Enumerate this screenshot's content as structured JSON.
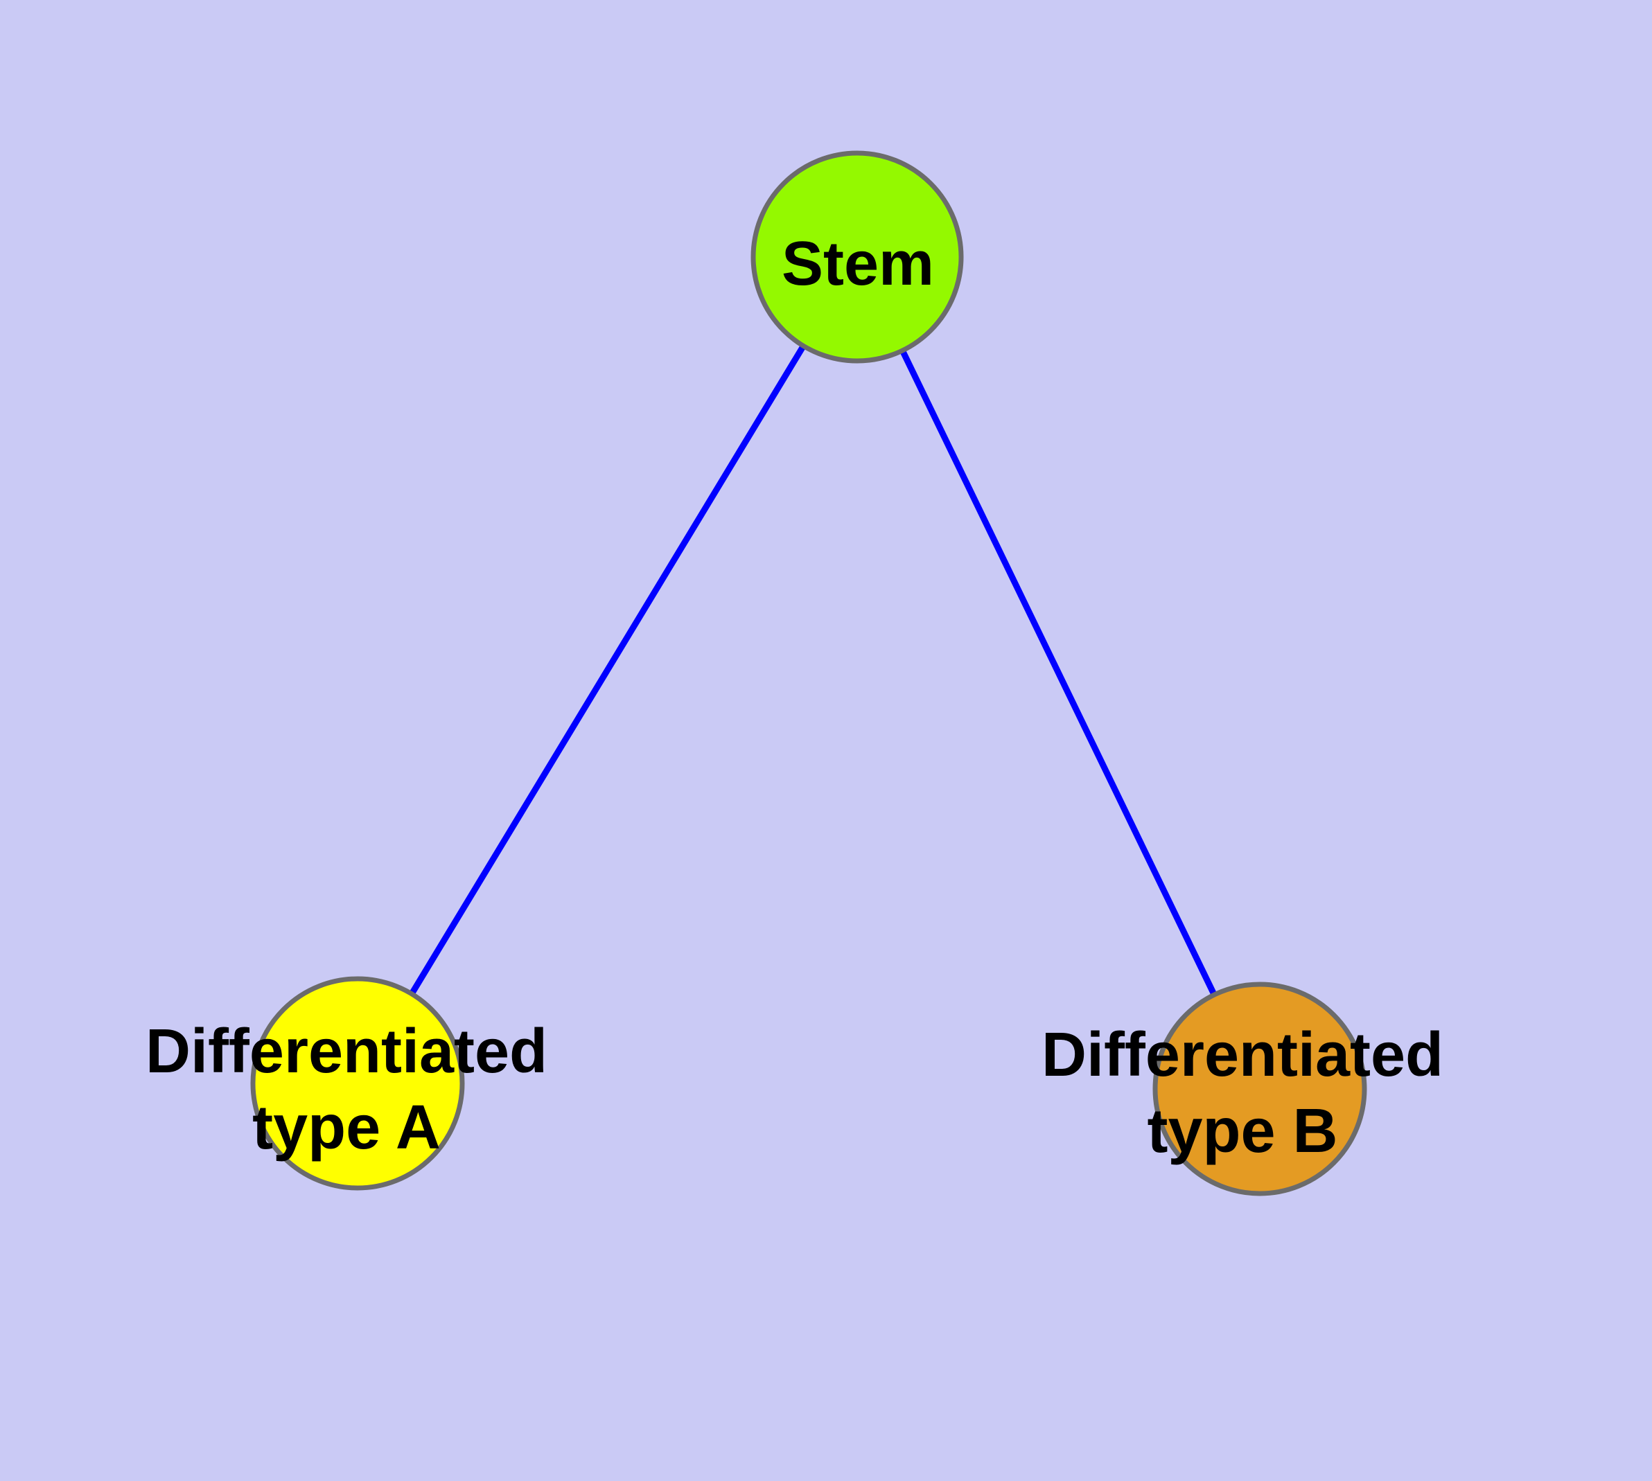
{
  "diagram": {
    "type": "graph",
    "colors": {
      "background": "#CACAF5",
      "edge": "#0000FF",
      "node_border": "#6B6B6B",
      "label_text": "#000000"
    },
    "nodes": {
      "stem": {
        "label": "Stem",
        "fill": "#94F900"
      },
      "type_a": {
        "label_line1": "Differentiated",
        "label_line2": "type A",
        "fill": "#FFFF00"
      },
      "type_b": {
        "label_line1": "Differentiated",
        "label_line2": "type B",
        "fill": "#E49B23"
      }
    },
    "edges": {
      "list": [
        {
          "from": "Stem",
          "to": "Differentiated type A"
        },
        {
          "from": "Stem",
          "to": "Differentiated type B"
        }
      ]
    }
  }
}
